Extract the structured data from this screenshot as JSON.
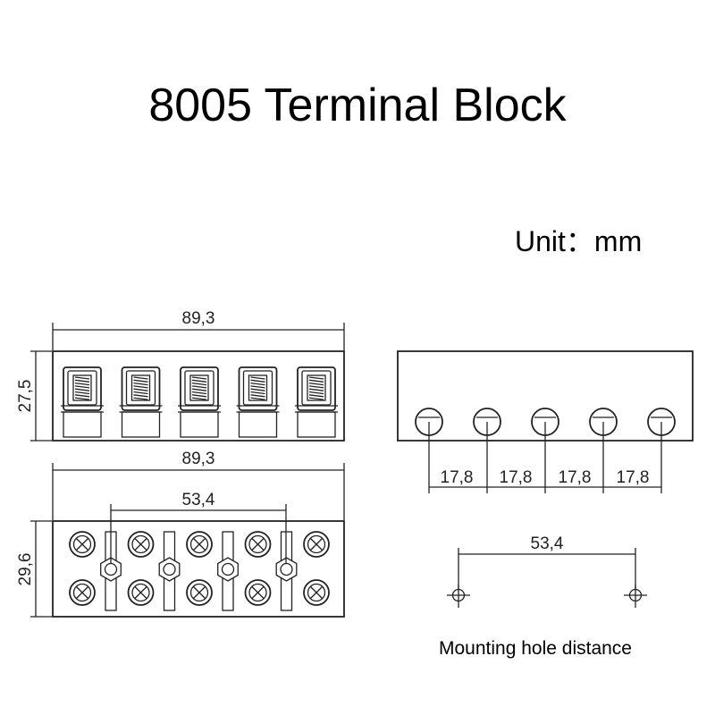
{
  "title": "8005 Terminal Block",
  "unit_label": "Unit：mm",
  "caption": "Mounting hole distance",
  "dimensions": {
    "width_top": "89,3",
    "height_top": "27,5",
    "width_bottom": "89,3",
    "height_bottom": "29,6",
    "mount_bottom": "53,4",
    "pitch_1": "17,8",
    "pitch_2": "17,8",
    "pitch_3": "17,8",
    "pitch_4": "17,8",
    "mount_right": "53,4"
  },
  "terminal_count": 5
}
